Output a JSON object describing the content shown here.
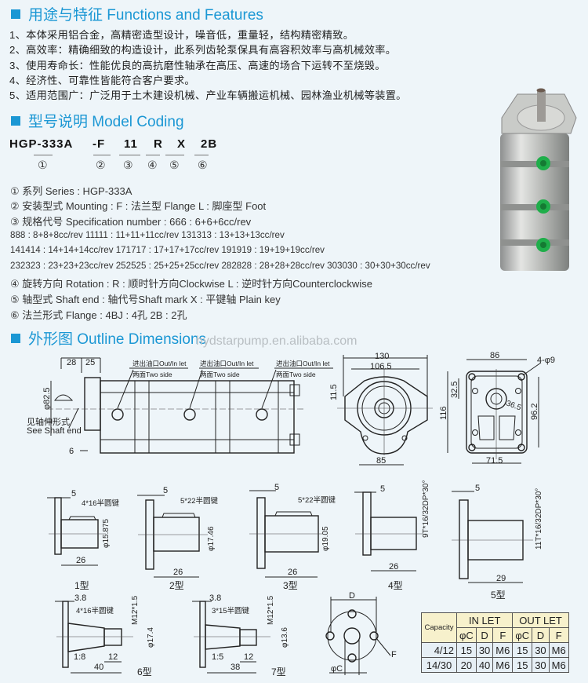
{
  "sections": {
    "features_title": "用途与特征 Functions and Features",
    "model_title": "型号说明 Model Coding",
    "outline_title": "外形图 Outline Dimensions"
  },
  "features": [
    "1、本体采用铝合金，高精密造型设计，噪音低，重量轻，结构精密精致。",
    "2、高效率：精确细致的构造设计，此系列齿轮泵保具有高容积效率与高机械效率。",
    "3、使用寿命长：性能优良的高抗磨性轴承在高压、高速的场合下运转不至烧毁。",
    "4、经济性、可靠性皆能符合客户要求。",
    "5、适用范围广：广泛用于土木建设机械、产业车辆搬运机械、园林渔业机械等装置。"
  ],
  "model_code": {
    "parts": [
      "HGP-333A",
      "-F",
      "11",
      "R",
      "X",
      "2B"
    ],
    "markers": [
      "①",
      "②",
      "③",
      "④",
      "⑤",
      "⑥"
    ]
  },
  "spec_lines": [
    "① 系列 Series : HGP-333A",
    "② 安装型式 Mounting : F : 法兰型 Flange    L : 脚座型 Foot",
    "③ 规格代号 Specification number : 666 : 6+6+6cc/rev",
    "888 : 8+8+8cc/rev    11111 : 11+11+11cc/rev    131313 : 13+13+13cc/rev",
    "141414 : 14+14+14cc/rev   171717 : 17+17+17cc/rev   191919 : 19+19+19cc/rev",
    "232323 : 23+23+23cc/rev   252525 : 25+25+25cc/rev   282828 : 28+28+28cc/rev   303030 : 30+30+30cc/rev",
    "④ 旋转方向 Rotation : R : 顺时针方向Clockwise    L : 逆时针方向Counterclockwise",
    "⑤ 轴型式 Shaft end : 轴代号Shaft mark    X : 平键轴 Plain key",
    "⑥ 法兰形式 Flange : 4BJ : 4孔    2B : 2孔"
  ],
  "watermark": "hydstarpump.en.alibaba.com",
  "drawings": {
    "side": {
      "dim_28": "28",
      "dim_25": "25",
      "dim_dia": "φ82.5",
      "dim_6": "6",
      "shaft_note_cn": "见轴伸形式",
      "shaft_note_en": "See Shaft end",
      "port_label": "进出油口Out/In let",
      "port_side": "两面Two side",
      "dim_11_5": "11.5"
    },
    "front": {
      "dim_130": "130",
      "dim_106_5": "106.5",
      "dim_85": "85"
    },
    "rear": {
      "dim_86": "86",
      "holes": "4-φ9",
      "dim_32_5": "32.5",
      "dim_116": "116",
      "dim_96_2": "96.2",
      "dim_36_5": "36.5",
      "dim_71_5": "71.5"
    },
    "shafts": [
      {
        "type": "1型",
        "flange": "5",
        "key": "4*16半圆键",
        "dia": "φ15.875",
        "len": "26"
      },
      {
        "type": "2型",
        "flange": "5",
        "key": "5*22半圆键",
        "dia": "φ17.46",
        "len": "26"
      },
      {
        "type": "3型",
        "flange": "5",
        "key": "5*22半圆键",
        "dia": "φ19.05",
        "len": "26"
      },
      {
        "type": "4型",
        "flange": "5",
        "spline": "9T*16/32DP*30°",
        "len": "26"
      },
      {
        "type": "5型",
        "flange": "5",
        "spline": "11T*16/32DP*30°",
        "len": "29"
      },
      {
        "type": "6型",
        "flange": "3.8",
        "key": "4*16半圆键",
        "thread": "M12*1.5",
        "dia": "φ17.4",
        "taper": "1:8",
        "len": "40",
        "thread_len": "12"
      },
      {
        "type": "7型",
        "flange": "3.8",
        "key": "3*15半圆键",
        "thread": "M12*1.5",
        "dia": "φ13.6",
        "taper": "1:5",
        "len": "38",
        "thread_len": "12"
      }
    ],
    "port_flange": {
      "d": "D",
      "c": "φC",
      "f": "F"
    }
  },
  "capacity_table": {
    "header": {
      "capacity": "Capacity",
      "inlet": "IN LET",
      "outlet": "OUT LET"
    },
    "subheaders": [
      "φC",
      "D",
      "F",
      "φC",
      "D",
      "F"
    ],
    "rows": [
      [
        "4/12",
        "15",
        "30",
        "M6",
        "15",
        "30",
        "M6"
      ],
      [
        "14/30",
        "20",
        "40",
        "M6",
        "15",
        "30",
        "M6"
      ]
    ]
  },
  "colors": {
    "accent": "#1b97d4",
    "port_plug": "#1fae4a",
    "background": "#eef5f9",
    "table_header": "#f7f1cc"
  }
}
